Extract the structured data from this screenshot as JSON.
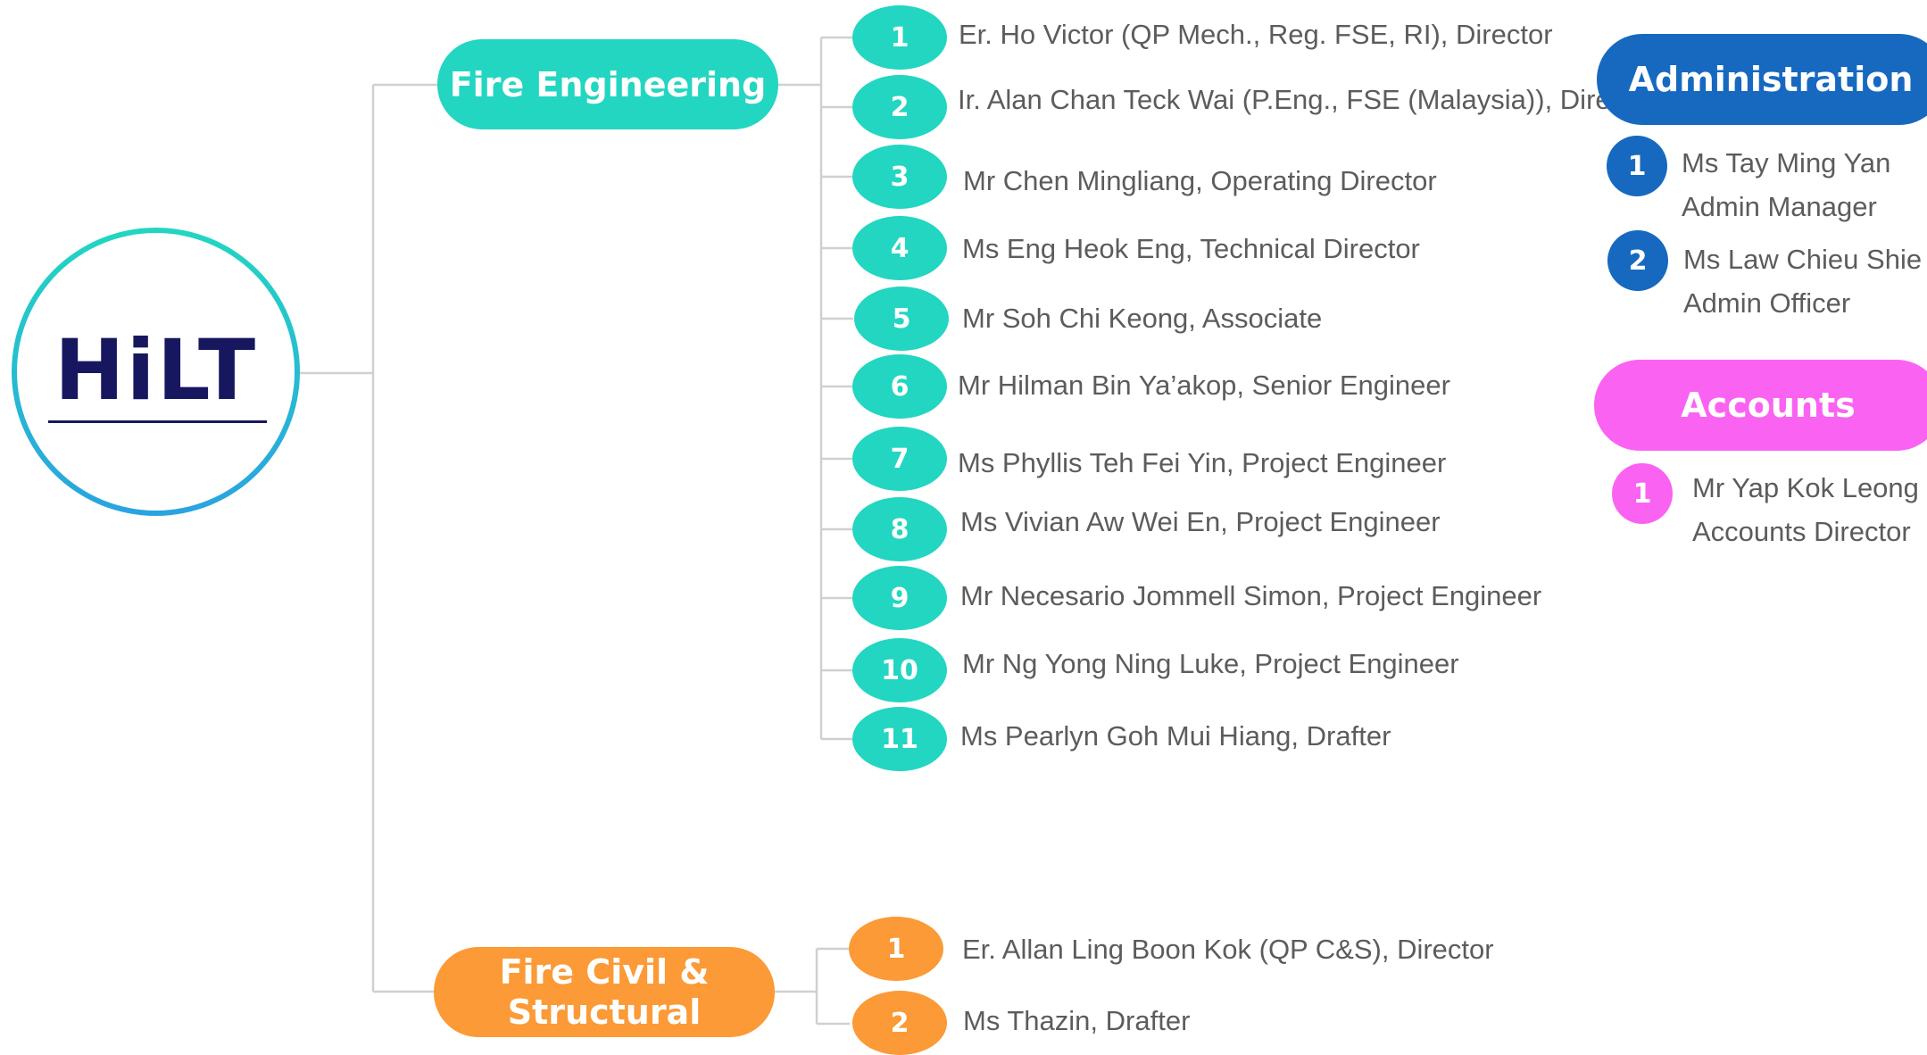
{
  "logo": {
    "text": "HiLT"
  },
  "fire_engineering": {
    "title": "Fire Engineering",
    "members": [
      {
        "num": "1",
        "text": "Er. Ho Victor (QP Mech., Reg. FSE, RI), Director"
      },
      {
        "num": "2",
        "text": "Ir. Alan Chan Teck Wai (P.Eng., FSE (Malaysia)), Director"
      },
      {
        "num": "3",
        "text": "Mr Chen Mingliang, Operating Director"
      },
      {
        "num": "4",
        "text": "Ms Eng Heok Eng, Technical Director"
      },
      {
        "num": "5",
        "text": "Mr Soh Chi Keong, Associate"
      },
      {
        "num": "6",
        "text": "Mr Hilman Bin Ya’akop, Senior Engineer"
      },
      {
        "num": "7",
        "text": "Ms Phyllis Teh Fei Yin, Project Engineer"
      },
      {
        "num": "8",
        "text": "Ms Vivian Aw Wei En, Project Engineer"
      },
      {
        "num": "9",
        "text": "Mr Necesario Jommell Simon, Project Engineer"
      },
      {
        "num": "10",
        "text": "Mr Ng Yong Ning Luke, Project Engineer"
      },
      {
        "num": "11",
        "text": "Ms Pearlyn Goh Mui Hiang, Drafter"
      }
    ]
  },
  "fire_civil": {
    "title_line1": "Fire Civil &",
    "title_line2": "Structural",
    "members": [
      {
        "num": "1",
        "text": "Er. Allan Ling Boon Kok (QP C&S), Director"
      },
      {
        "num": "2",
        "text": "Ms Thazin, Drafter"
      }
    ]
  },
  "administration": {
    "title": "Administration",
    "members": [
      {
        "num": "1",
        "name": "Ms Tay Ming Yan",
        "role": "Admin Manager"
      },
      {
        "num": "2",
        "name": "Ms Law Chieu Shie",
        "role": "Admin Officer"
      }
    ]
  },
  "accounts": {
    "title": "Accounts",
    "members": [
      {
        "num": "1",
        "name": "Mr Yap Kok Leong",
        "role": "Accounts Director"
      }
    ]
  },
  "colors": {
    "teal": "#22d6c1",
    "orange": "#fb9a36",
    "blue": "#1769c0",
    "pink": "#fa63f2",
    "navy": "#171760",
    "connector": "#d0d0d0"
  }
}
